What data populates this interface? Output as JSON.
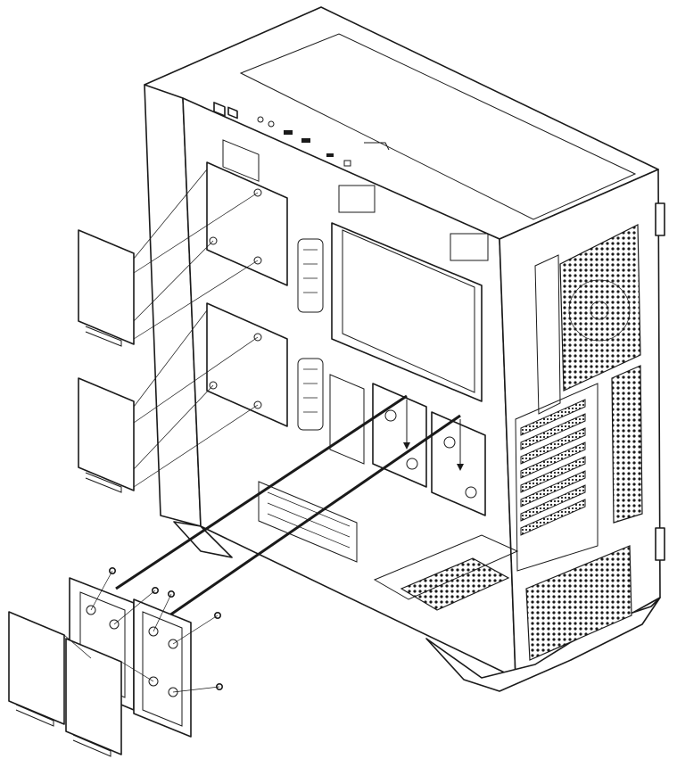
{
  "diagram": {
    "subject": "pc-case-drive-installation",
    "colors": {
      "line": "#1a1a1a",
      "background": "#ffffff"
    },
    "parts": [
      "chassis",
      "top-panel",
      "front-fan-mesh",
      "psu-shroud",
      "drive-bracket",
      "drive-tray",
      "screw",
      "install-arrow"
    ]
  }
}
